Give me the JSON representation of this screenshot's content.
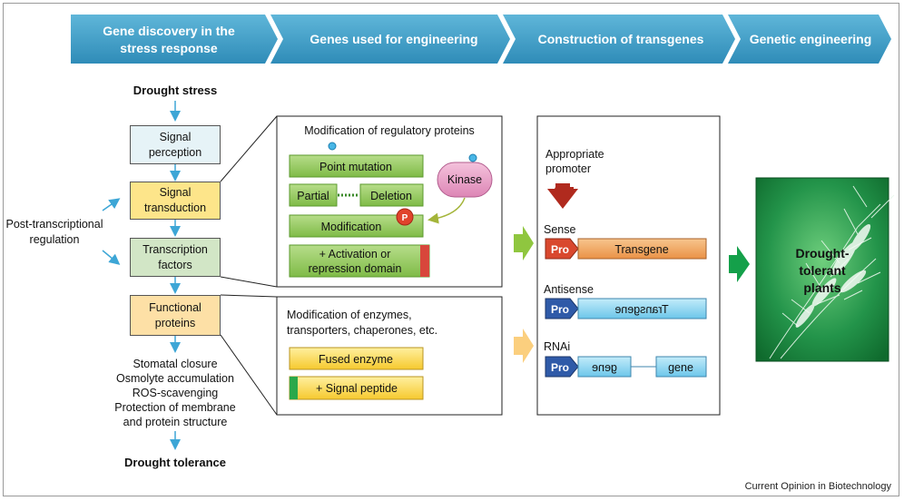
{
  "header": {
    "steps": [
      "Gene discovery in the stress response",
      "Genes used for engineering",
      "Construction of transgenes",
      "Genetic engineering"
    ],
    "step1_line1": "Gene discovery in the",
    "step1_line2": "stress response"
  },
  "pathway": {
    "start": "Drought stress",
    "boxes": {
      "signal_perception": [
        "Signal",
        "perception"
      ],
      "signal_transduction": [
        "Signal",
        "transduction"
      ],
      "transcription_factors": [
        "Transcription",
        "factors"
      ],
      "functional_proteins": [
        "Functional",
        "proteins"
      ]
    },
    "side_label": [
      "Post-transcriptional",
      "regulation"
    ],
    "effects": [
      "Stomatal closure",
      "Osmolyte accumulation",
      "ROS-scavenging",
      "Protection of membrane",
      "and protein structure"
    ],
    "end": "Drought tolerance"
  },
  "regulatory_panel": {
    "title": "Modification of regulatory proteins",
    "point_mutation": "Point mutation",
    "partial": "Partial",
    "deletion": "Deletion",
    "modification": "Modification",
    "phospho_symbol": "P",
    "kinase": "Kinase",
    "activation_line1": "+ Activation or",
    "activation_line2": "repression domain"
  },
  "enzyme_panel": {
    "title_line1": "Modification of enzymes,",
    "title_line2": "transporters, chaperones, etc.",
    "fused_enzyme": "Fused enzyme",
    "signal_peptide": "+ Signal peptide"
  },
  "constructs": {
    "promoter_line1": "Appropriate",
    "promoter_line2": "promoter",
    "sense_label": "Sense",
    "antisense_label": "Antisense",
    "rnai_label": "RNAi",
    "pro": "Pro",
    "transgene": "Transgene",
    "transgene_reversed": "Transgene",
    "gene_reversed": "gene",
    "gene": "gene"
  },
  "result": {
    "line1": "Drought-",
    "line2": "tolerant",
    "line3": "plants"
  },
  "credit": "Current Opinion in Biotechnology",
  "colors": {
    "header_blue": "#3f9dc4",
    "box_blue": "#e6f3f7",
    "box_yellow": "#fde58a",
    "box_green": "#d2e6c6",
    "box_peach": "#fde0a6",
    "green_bar": "#92c957",
    "kinase_pink": "#e9a0c8",
    "orange_transgene": "#f0a45a",
    "cyan_gene": "#8fd4ee",
    "pro_blue": "#2f5aa8",
    "pro_red": "#d9482e",
    "arrow_green": "#8fc63f",
    "arrow_peach": "#fbcf7e",
    "plant_green": "#1e8a3e"
  }
}
